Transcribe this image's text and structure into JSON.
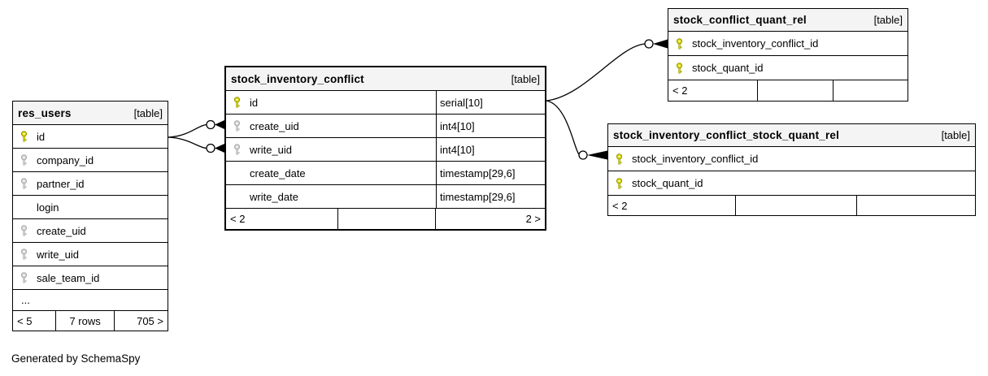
{
  "app": {
    "footer_note": "Generated by SchemaSpy"
  },
  "colors": {
    "header_bg": "#f4f4f4",
    "border": "#000000",
    "primary_key": "#d9d900",
    "primary_key_outline": "#999900",
    "foreign_key": "#d4d4d4",
    "foreign_key_outline": "#aaaaaa"
  },
  "tables": [
    {
      "id": "res_users",
      "name": "res_users",
      "tag": "[table]",
      "columns": [
        {
          "name": "id",
          "key": "primary"
        },
        {
          "name": "company_id",
          "key": "foreign"
        },
        {
          "name": "partner_id",
          "key": "foreign"
        },
        {
          "name": "login",
          "key": "none"
        },
        {
          "name": "create_uid",
          "key": "foreign"
        },
        {
          "name": "write_uid",
          "key": "foreign"
        },
        {
          "name": "sale_team_id",
          "key": "foreign"
        },
        {
          "name": "...",
          "key": "none",
          "ellipsis": true
        }
      ],
      "footer": [
        "< 5",
        "7 rows",
        "705 >"
      ]
    },
    {
      "id": "stock_inventory_conflict",
      "name": "stock_inventory_conflict",
      "tag": "[table]",
      "columns": [
        {
          "name": "id",
          "key": "primary",
          "type": "serial[10]"
        },
        {
          "name": "create_uid",
          "key": "foreign",
          "type": "int4[10]"
        },
        {
          "name": "write_uid",
          "key": "foreign",
          "type": "int4[10]"
        },
        {
          "name": "create_date",
          "key": "none",
          "type": "timestamp[29,6]"
        },
        {
          "name": "write_date",
          "key": "none",
          "type": "timestamp[29,6]"
        }
      ],
      "footer": [
        "< 2",
        "",
        "2 >"
      ]
    },
    {
      "id": "stock_conflict_quant_rel",
      "name": "stock_conflict_quant_rel",
      "tag": "[table]",
      "columns": [
        {
          "name": "stock_inventory_conflict_id",
          "key": "primary"
        },
        {
          "name": "stock_quant_id",
          "key": "primary"
        }
      ],
      "footer": [
        "< 2",
        "",
        ""
      ]
    },
    {
      "id": "stock_inventory_conflict_stock_quant_rel",
      "name": "stock_inventory_conflict_stock_quant_rel",
      "tag": "[table]",
      "columns": [
        {
          "name": "stock_inventory_conflict_id",
          "key": "primary"
        },
        {
          "name": "stock_quant_id",
          "key": "primary"
        }
      ],
      "footer": [
        "< 2",
        "",
        ""
      ]
    }
  ],
  "relationships": [
    {
      "from": "res_users.id",
      "to": "stock_inventory_conflict.create_uid"
    },
    {
      "from": "res_users.id",
      "to": "stock_inventory_conflict.write_uid"
    },
    {
      "from": "stock_inventory_conflict.id",
      "to": "stock_conflict_quant_rel.stock_inventory_conflict_id"
    },
    {
      "from": "stock_inventory_conflict.id",
      "to": "stock_inventory_conflict_stock_quant_rel.stock_inventory_conflict_id"
    }
  ]
}
